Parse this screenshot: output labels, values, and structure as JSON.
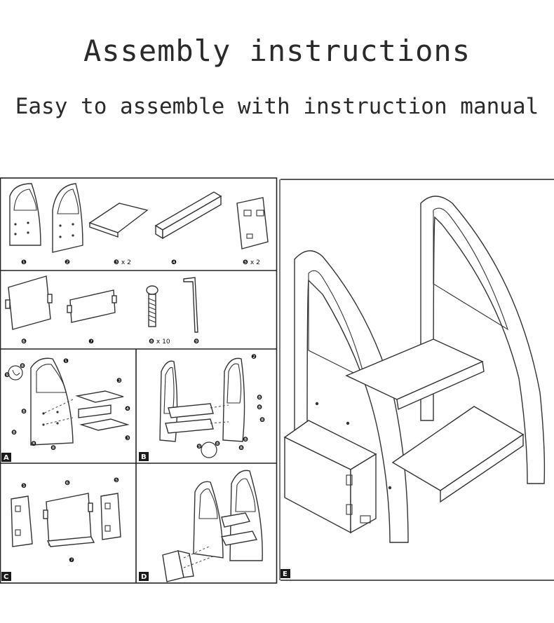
{
  "header": {
    "title": "Assembly instructions",
    "subtitle": "Easy to assemble with instruction manual"
  },
  "parts": [
    {
      "number": "1",
      "label": "❶"
    },
    {
      "number": "2",
      "label": "❷"
    },
    {
      "number": "3",
      "label": "❸ x 2"
    },
    {
      "number": "4",
      "label": "❹"
    },
    {
      "number": "5",
      "label": "❺ x 2"
    },
    {
      "number": "6",
      "label": "❻"
    },
    {
      "number": "7",
      "label": "❼"
    },
    {
      "number": "8",
      "label": "❽ x 10"
    },
    {
      "number": "9",
      "label": "❾"
    }
  ],
  "steps": {
    "a": "A",
    "b": "B",
    "c": "C",
    "d": "D",
    "e": "E"
  },
  "callouts": {
    "one": "❶",
    "two": "❷",
    "three": "❸",
    "four": "❹",
    "five": "❺",
    "six": "❻",
    "seven": "❼",
    "eight": "❽",
    "nine": "❾"
  }
}
